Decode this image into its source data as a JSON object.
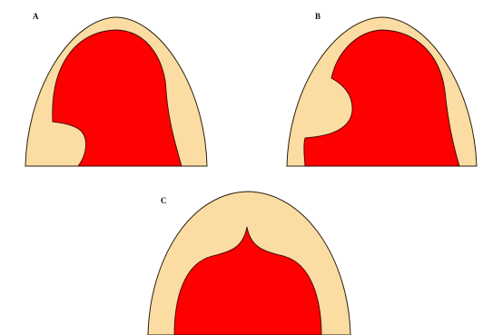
{
  "panels": [
    {
      "id": "A",
      "label": "A"
    },
    {
      "id": "B",
      "label": "B"
    },
    {
      "id": "C",
      "label": "C"
    }
  ],
  "colors": {
    "dome_fill": "#fbdca2",
    "dome_stroke": "#2a2010",
    "lesion_fill": "#ff0000",
    "lesion_stroke": "#3a0a0a",
    "background": "#ffffff"
  }
}
